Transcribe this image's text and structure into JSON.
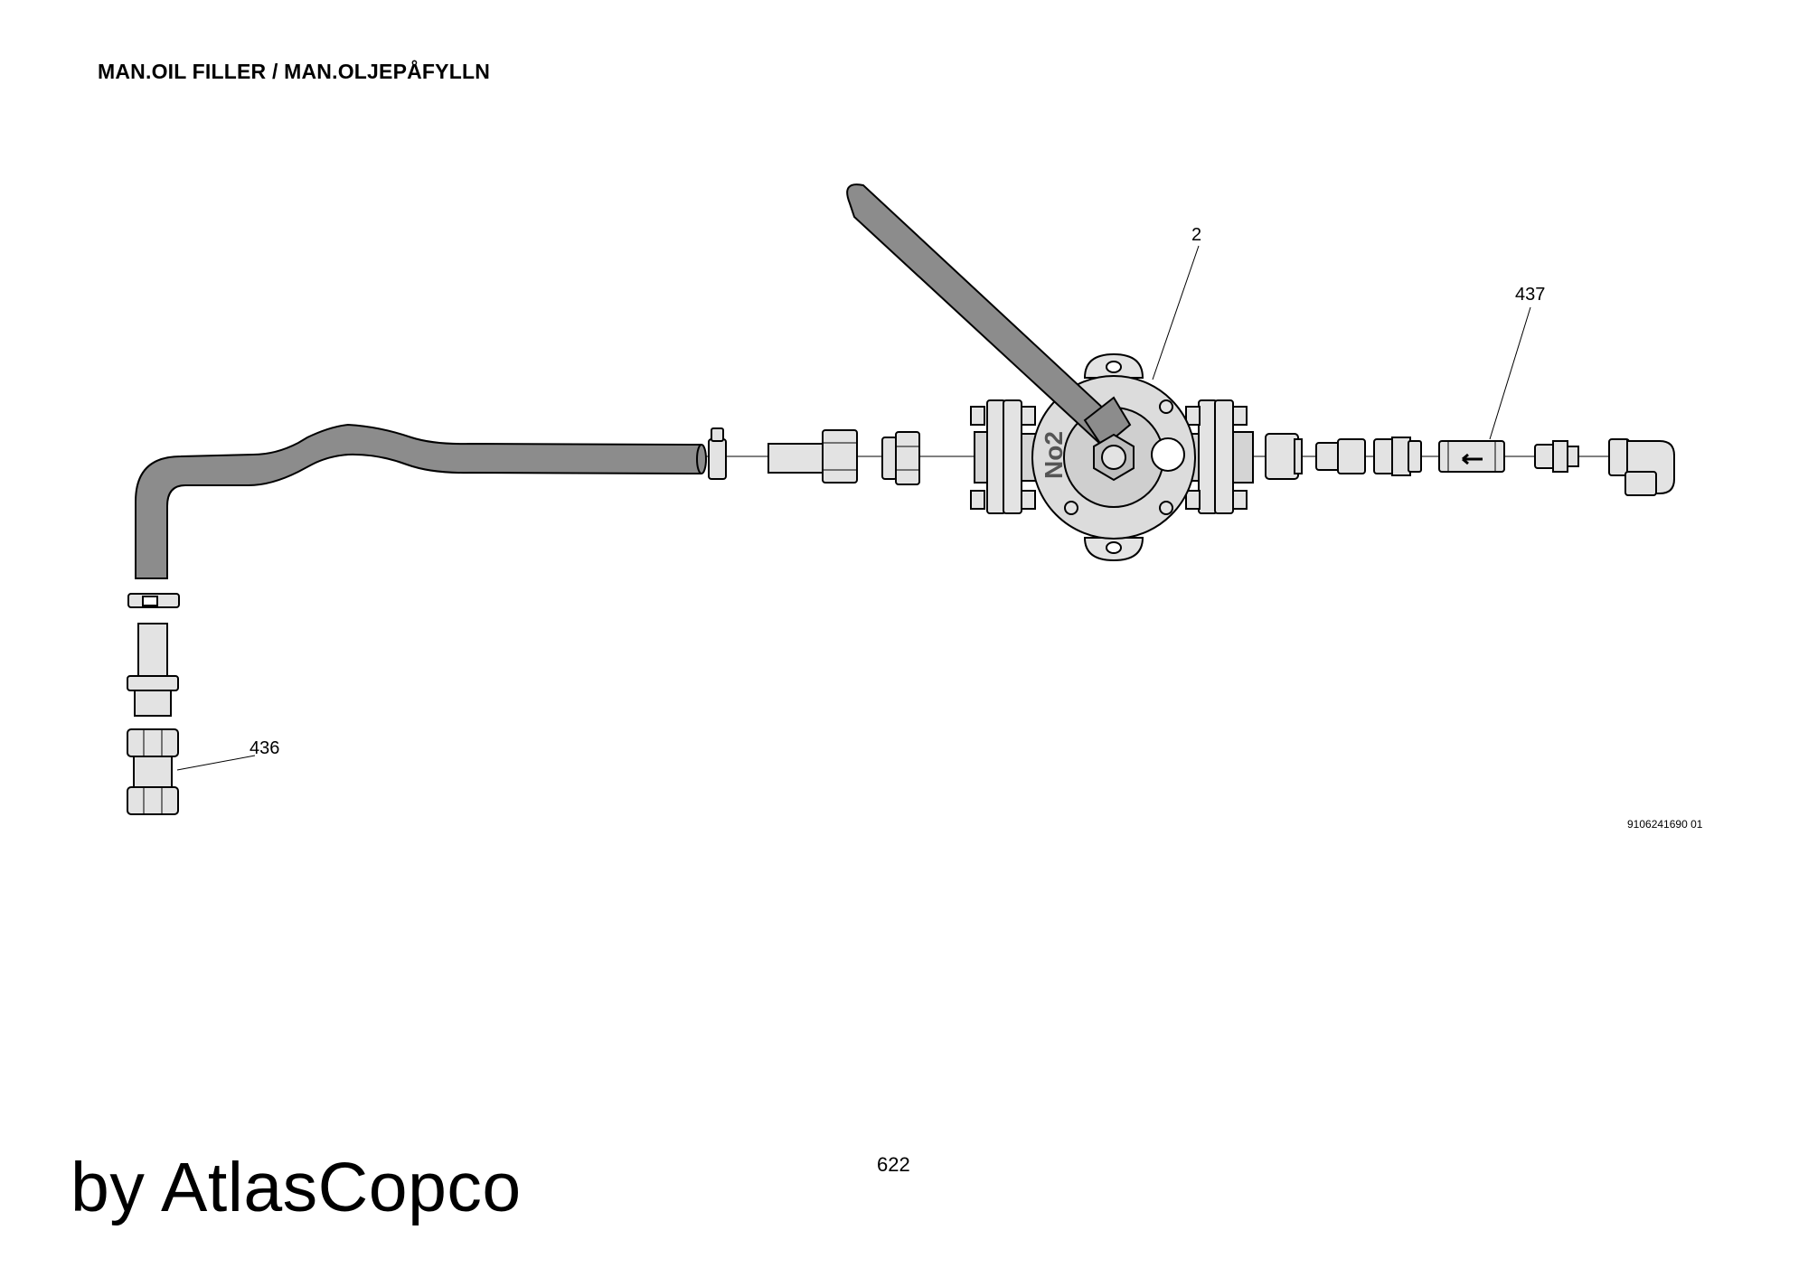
{
  "page": {
    "title": "MAN.OIL FILLER / MAN.OLJEPÅFYLLN",
    "page_number": "622",
    "brand": "by AtlasCopco",
    "document_number": "9106241690 01"
  },
  "callouts": {
    "pump": "2",
    "check_valve": "437",
    "adapter": "436"
  },
  "pump_marking": "No2",
  "colors": {
    "hose": "#8c8c8c",
    "metal": "#e3e3e3",
    "metal_dark": "#bdbdbd",
    "line": "#000000"
  }
}
